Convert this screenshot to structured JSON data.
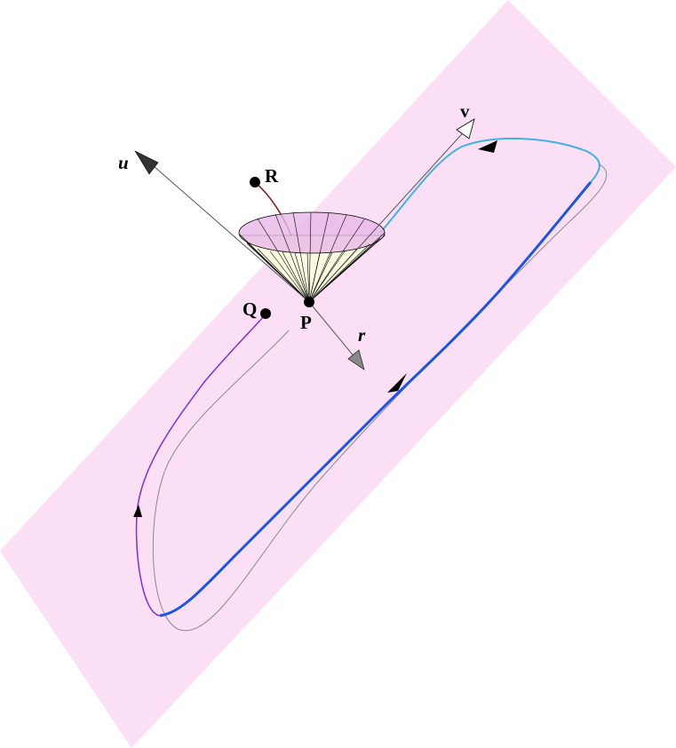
{
  "labels": {
    "u": "u",
    "v": "v",
    "r": "r",
    "R": "R",
    "Q": "Q",
    "P": "P"
  },
  "colors": {
    "plane": "#fbe0f5",
    "curve_light": "#3fb0e8",
    "curve_blue": "#1a55e8",
    "curve_purple": "#7a2ee8",
    "curve_red": "#8b1a1a",
    "shadow_curve": "#8a8a8a",
    "cone_top": "#e8b8e8",
    "cone_side": "#fbfbe0",
    "axis": "#555555"
  }
}
